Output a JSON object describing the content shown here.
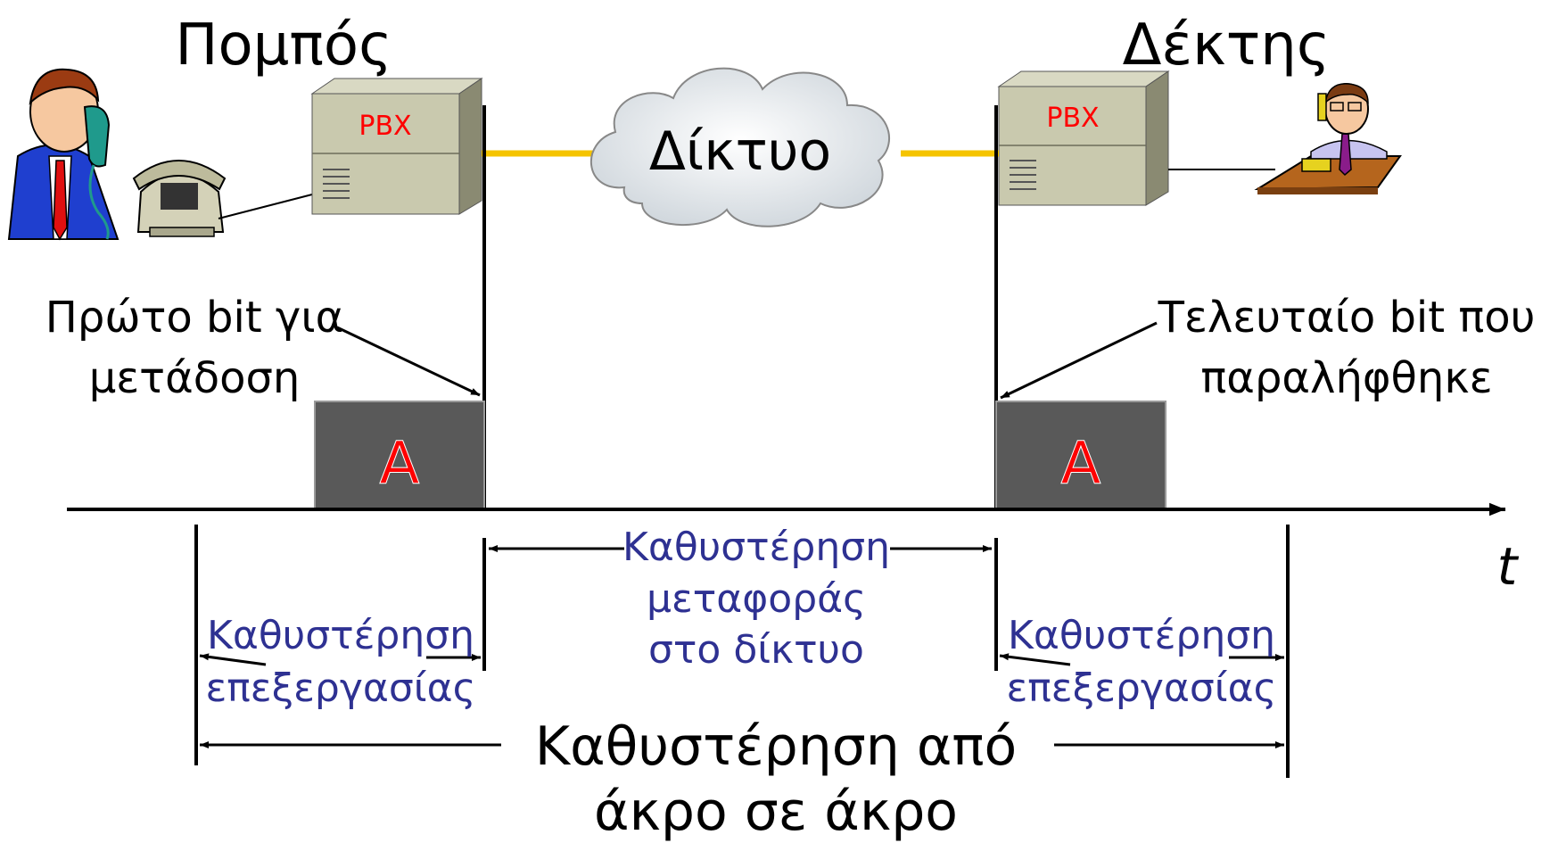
{
  "sender": {
    "title": "Πομπός",
    "pbx_label": "PBX"
  },
  "receiver": {
    "title": "Δέκτης",
    "pbx_label": "PBX"
  },
  "network": {
    "label": "Δίκτυο"
  },
  "annotations": {
    "first_bit_line1": "Πρώτο bit για",
    "first_bit_line2": "μετάδοση",
    "last_bit_line1": "Τελευταίο bit που",
    "last_bit_line2": "παραλήφθηκε"
  },
  "packets": {
    "sender_packet": "A",
    "receiver_packet": "A"
  },
  "time_axis": {
    "label": "t"
  },
  "delays": {
    "sender_processing_line1": "Καθυστέρηση",
    "sender_processing_line2": "επεξεργασίας",
    "network_line1": "Καθυστέρηση",
    "network_line2": "μεταφοράς",
    "network_line3": "στο δίκτυο",
    "receiver_processing_line1": "Καθυστέρηση",
    "receiver_processing_line2": "επεξεργασίας",
    "end_to_end_line1": "Καθυστέρηση από",
    "end_to_end_line2": "άκρο σε άκρο"
  },
  "colors": {
    "packet_fill": "#595959",
    "packet_letter": "#ff0000",
    "network_link": "#f5c400",
    "delay_text": "#2e3192",
    "pbx_front": "#c9c9ae",
    "pbx_label": "#ff0000"
  }
}
